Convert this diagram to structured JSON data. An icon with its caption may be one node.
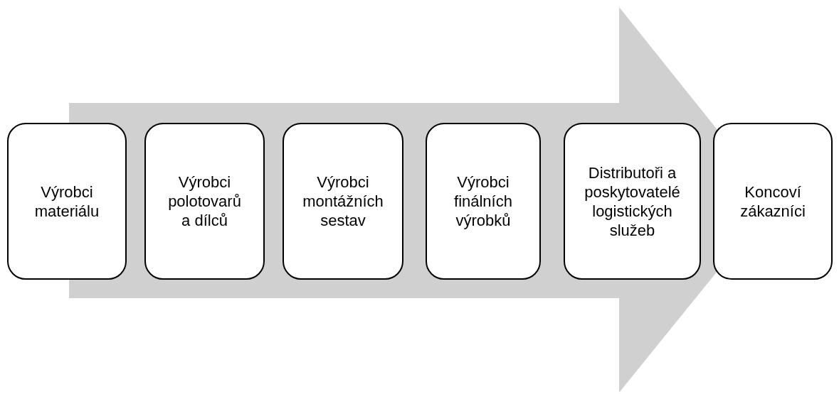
{
  "diagram": {
    "nodes": [
      {
        "text": [
          "Výrobci materiálu"
        ]
      },
      {
        "text": [
          "Výrobci polotovarů a dílců"
        ]
      },
      {
        "text": [
          "Výrobci montážních sestav"
        ]
      },
      {
        "text": [
          "Výrobci finálních výrobků"
        ]
      },
      {
        "text": [
          "Distributoři a poskytovatelé logistických služeb"
        ]
      },
      {
        "text": [
          "Koncoví zákazníci"
        ]
      }
    ],
    "edges": [
      {
        "from": 0,
        "to": 5,
        "arrow": "to"
      }
    ]
  }
}
